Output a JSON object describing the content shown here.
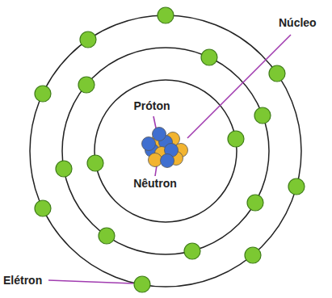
{
  "diagram": {
    "labels": [
      "Núcleo",
      "Próton",
      "Nêutron",
      "Elétron"
    ]
  }
}
